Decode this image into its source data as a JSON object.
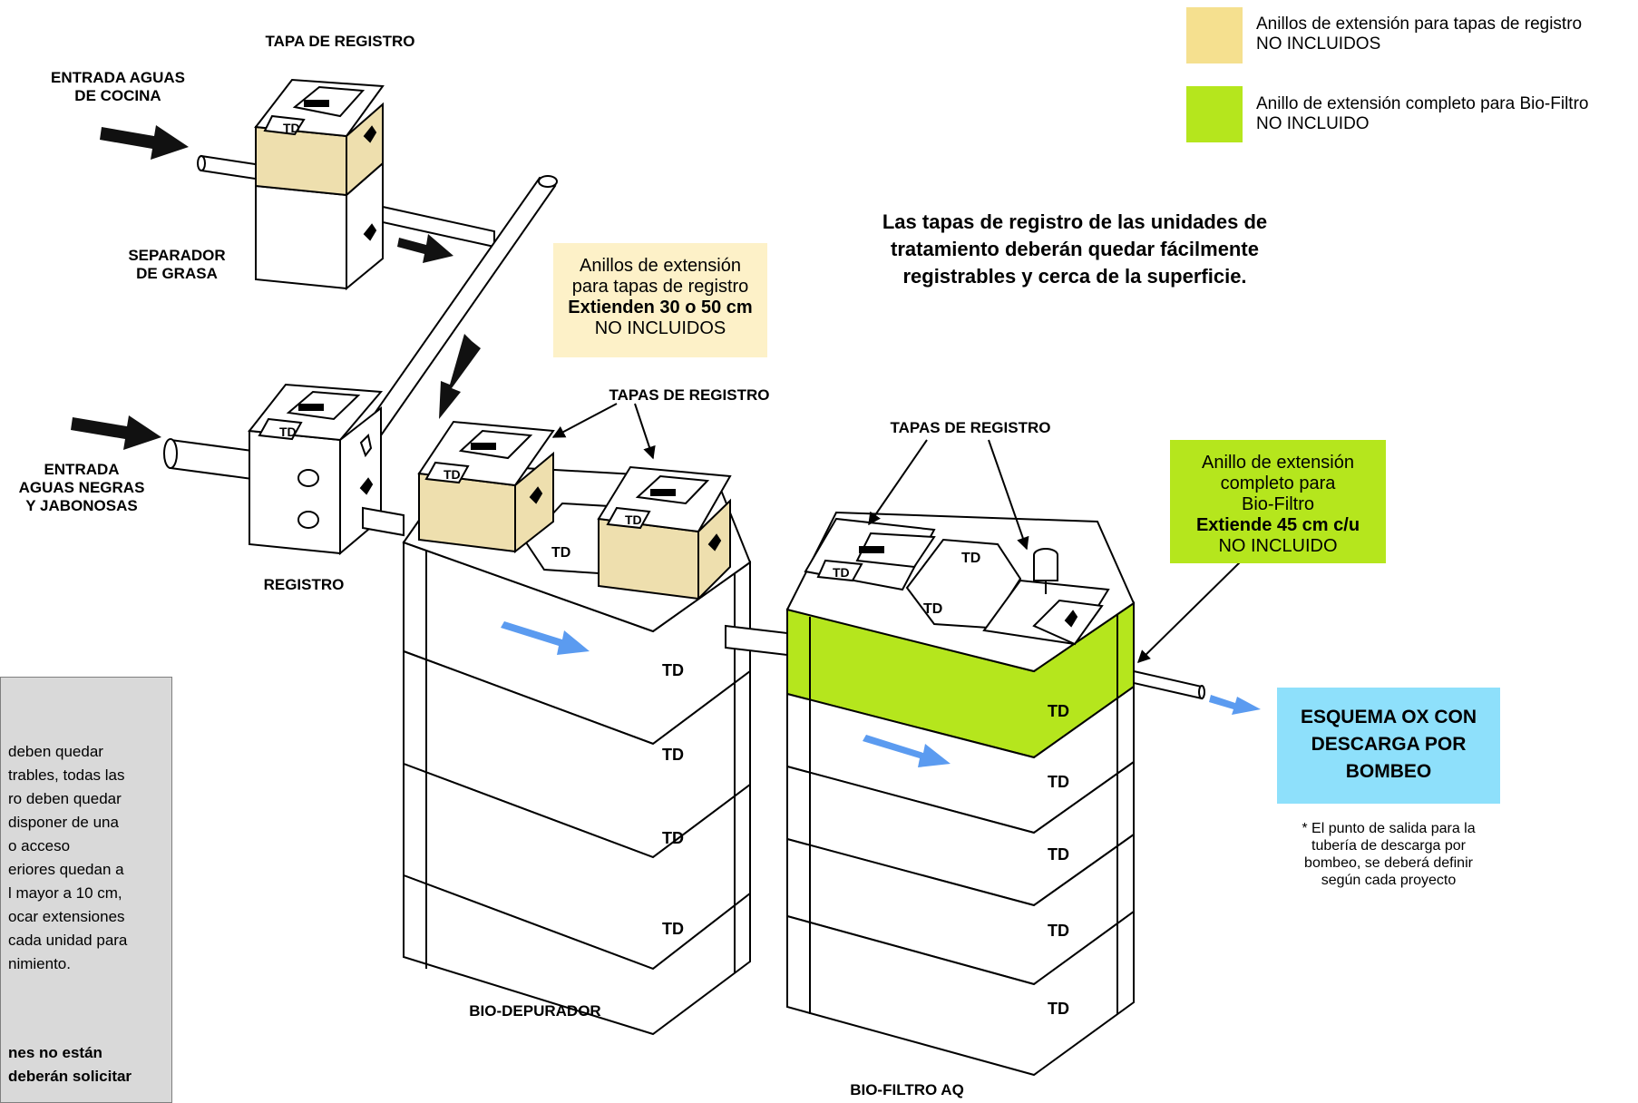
{
  "legend": [
    {
      "color": "#f5e08f",
      "line1": "Anillos de extensión para tapas de registro",
      "line2": "NO INCLUIDOS"
    },
    {
      "color": "#b5e61d",
      "line1": "Anillo de extensión completo para Bio-Filtro",
      "line2": "NO INCLUIDO"
    }
  ],
  "labels": {
    "tapa_registro": "TAPA DE REGISTRO",
    "entrada_cocina_1": "ENTRADA AGUAS",
    "entrada_cocina_2": "DE COCINA",
    "separador_1": "SEPARADOR",
    "separador_2": "DE GRASA",
    "entrada_negras_1": "ENTRADA",
    "entrada_negras_2": "AGUAS NEGRAS",
    "entrada_negras_3": "Y JABONOSAS",
    "registro": "REGISTRO",
    "tapas_registro_a": "TAPAS DE REGISTRO",
    "tapas_registro_b": "TAPAS DE REGISTRO",
    "bio_depurador": "BIO-DEPURADOR",
    "bio_filtro": "BIO-FILTRO AQ"
  },
  "statement": {
    "line1": "Las tapas de registro de las unidades de",
    "line2": "tratamiento deberán quedar fácilmente",
    "line3": "registrables y cerca de la superficie."
  },
  "callout_tapas": {
    "line1": "Anillos de extensión",
    "line2": "para tapas de registro",
    "line3": "Extienden 30 o 50 cm",
    "line4": "NO INCLUIDOS",
    "color": "#fdf1c8"
  },
  "callout_biofiltro": {
    "line1": "Anillo de extensión",
    "line2": "completo para",
    "line3": "Bio-Filtro",
    "line4": "Extiende 45 cm c/u",
    "line5": "NO INCLUIDO",
    "color": "#b5e61d"
  },
  "scheme": {
    "line1": "ESQUEMA OX CON",
    "line2": "DESCARGA POR",
    "line3": "BOMBEO",
    "color": "#8ee0fb"
  },
  "footnote": {
    "line1": "* El punto de salida para la",
    "line2": "tubería de descarga por",
    "line3": "bombeo, se deberá definir",
    "line4": "según cada proyecto"
  },
  "side_note": {
    "lines": [
      "deben   quedar",
      "trables,  todas  las",
      "ro  deben  quedar",
      "disponer  de  una",
      "o acceso",
      "eriores quedan a",
      "l  mayor  a  10 cm,",
      "ocar  extensiones",
      "cada  unidad  para",
      "nimiento."
    ],
    "bold_lines": [
      "nes    no    están",
      "deberán  solicitar"
    ]
  },
  "colors": {
    "ring_beige": "#eedfae",
    "ring_green": "#b5e61d",
    "flow_arrow": "#5b9bf0",
    "black_arrow": "#111111"
  }
}
